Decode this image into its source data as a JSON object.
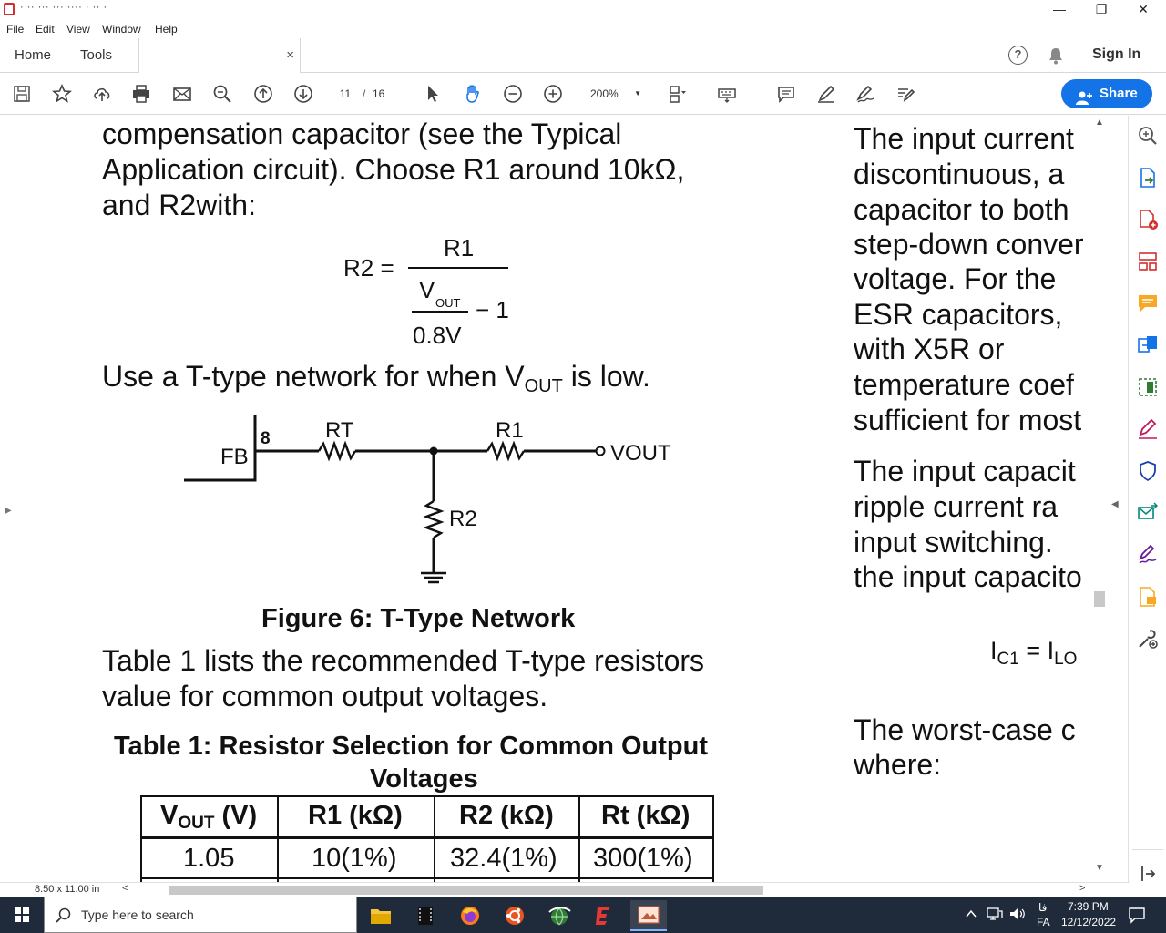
{
  "titlebar": {
    "title": "·  ·· ··· ···   ···· ·   ·· ·",
    "minimize": "—",
    "restore": "❐",
    "close": "✕"
  },
  "menu": [
    "File",
    "Edit",
    "View",
    "Window",
    "Help"
  ],
  "tabs": {
    "home": "Home",
    "tools": "Tools",
    "doc_close": "×"
  },
  "header": {
    "help": "?",
    "signin": "Sign In"
  },
  "toolbar": {
    "page_current": "11",
    "page_sep": "/",
    "page_total": "16",
    "zoom": "200%",
    "share": "Share"
  },
  "document": {
    "left_col": {
      "line1": "compensation    capacitor    (see    the    Typical",
      "line2": "Application  circuit).  Choose  R1  around  10kΩ,",
      "line3": "and R2with:",
      "eq_lhs": "R2 =",
      "eq_num": "R1",
      "eq_v": "V",
      "eq_out": "OUT",
      "eq_minus1": "− 1",
      "eq_den": "0.8V",
      "ttype_pre": "Use a T-type network for when V",
      "ttype_sub": "OUT",
      "ttype_post": " is low.",
      "fig_fb": "FB",
      "fig_pin": "8",
      "fig_rt": "RT",
      "fig_r1": "R1",
      "fig_vout": "VOUT",
      "fig_r2": "R2",
      "fig_caption": "Figure 6: T-Type Network",
      "para1": "Table 1 lists the recommended T-type resistors",
      "para2": "value for common output voltages.",
      "table_title1": "Table 1: Resistor Selection for Common Output",
      "table_title2": "Voltages",
      "table": {
        "h_vout_v": "V",
        "h_vout_sub": "OUT",
        "h_vout_unit": " (V)",
        "h_r1": "R1 (kΩ)",
        "h_r2": "R2 (kΩ)",
        "h_rt": "Rt (kΩ)",
        "row1": [
          "1.05",
          "10(1%)",
          "32.4(1%)",
          "300(1%)"
        ]
      }
    },
    "right_col": {
      "l1": "The input current",
      "l2": "discontinuous,       a",
      "l3": "capacitor to both",
      "l4": "step-down conver",
      "l5": "voltage.  For  the",
      "l6": "ESR  capacitors,",
      "l7": "with    X5R    or",
      "l8": "temperature  coef",
      "l9": "sufficient for most",
      "p2l1": "The input capacit",
      "p2l2": "ripple  current  ra",
      "p2l3": "input  switching.",
      "p2l4": "the input capacito",
      "eq_i": "I",
      "eq_c1": "C1",
      "eq_eq": " = I",
      "eq_lo": "LO",
      "p3l1": "The worst-case c",
      "p3l2": "where:"
    }
  },
  "status": {
    "page_size": "8.50 x 11.00 in"
  },
  "taskbar": {
    "search_placeholder": "Type here to search",
    "time": "7:39 PM",
    "date": "12/12/2022",
    "lang": "FA",
    "lang_top": "فا"
  },
  "colors": {
    "accent": "#1473e6",
    "taskbar": "#1f2a3a",
    "tool_red": "#d32f2f",
    "tool_blue": "#1473e6",
    "tool_green": "#2e7d32"
  }
}
